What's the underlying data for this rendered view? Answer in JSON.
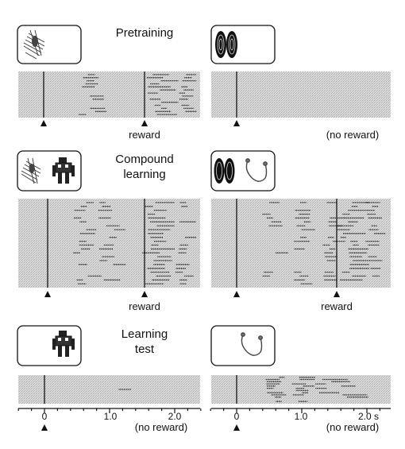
{
  "sections": [
    {
      "title_lines": [
        "Pretraining"
      ],
      "left": {
        "stimuli": [
          "bars-stimulus-icon"
        ],
        "label": "reward",
        "reward": true,
        "rows": 14
      },
      "right": {
        "stimuli": [
          "shoes-stimulus-icon"
        ],
        "label": "(no reward)",
        "reward": false,
        "rows": 0
      }
    },
    {
      "title_lines": [
        "Compound",
        "learning"
      ],
      "left": {
        "stimuli": [
          "bars-stimulus-icon",
          "robot-stimulus-icon"
        ],
        "label": "reward",
        "reward": true,
        "rows": 22
      },
      "right": {
        "stimuli": [
          "shoes-stimulus-icon",
          "hook-stimulus-icon"
        ],
        "label": "reward",
        "reward": true,
        "rows": 22
      }
    },
    {
      "title_lines": [
        "Learning",
        "test"
      ],
      "left": {
        "stimuli": [
          "robot-stimulus-icon"
        ],
        "label": "(no reward)",
        "reward": false,
        "rows": 1
      },
      "right": {
        "stimuli": [
          "hook-stimulus-icon"
        ],
        "label": "(no reward)",
        "reward": false,
        "rows": 12
      }
    }
  ],
  "time_axis": {
    "left_ticks": [
      "0",
      "1.0",
      "2.0"
    ],
    "right_ticks": [
      "0",
      "1.0",
      "2.0 s"
    ],
    "range": [
      -0.4,
      2.4
    ],
    "stimulus_onset": 0,
    "reward_time": 1.5
  },
  "colors": {
    "raster_bg": "#d6d6d6",
    "ink": "#111111"
  }
}
